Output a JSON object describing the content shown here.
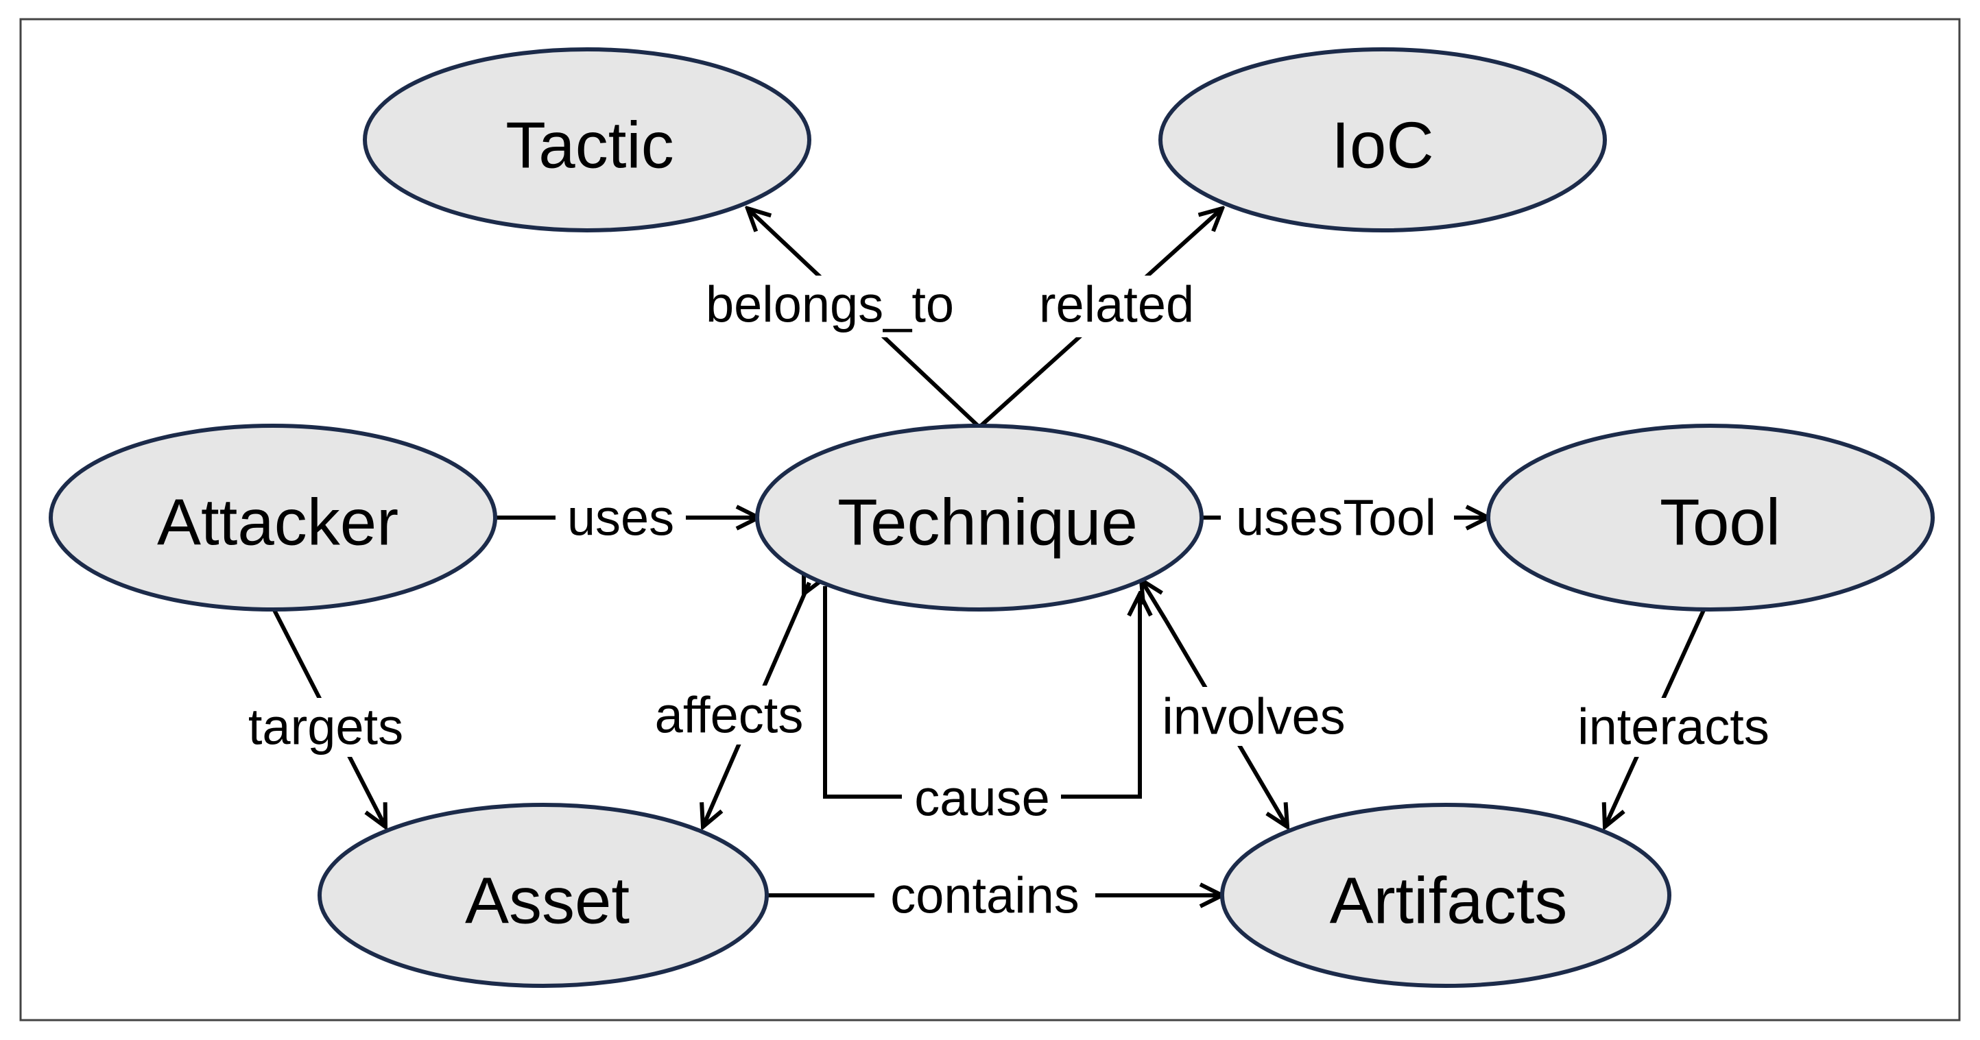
{
  "nodes": {
    "tactic": "Tactic",
    "ioc": "IoC",
    "attacker": "Attacker",
    "technique": "Technique",
    "tool": "Tool",
    "asset": "Asset",
    "artifacts": "Artifacts"
  },
  "edges": {
    "belongs_to": "belongs_to",
    "related": "related",
    "uses": "uses",
    "uses_tool": "usesTool",
    "targets": "targets",
    "affects": "affects",
    "cause": "cause",
    "involves": "involves",
    "interacts": "interacts",
    "contains": "contains"
  },
  "colors": {
    "node_fill": "#e6e6e6",
    "node_stroke": "#1c2b4a",
    "edge": "#000000",
    "background": "#ffffff"
  }
}
